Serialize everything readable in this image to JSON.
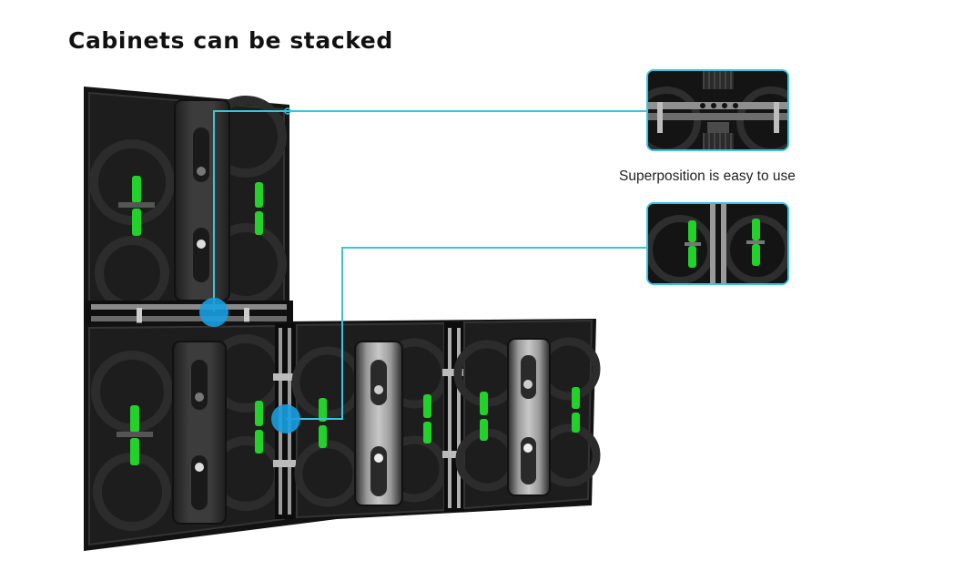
{
  "title": "Cabinets can be stacked",
  "caption": "Superposition is easy to use",
  "colors": {
    "callout_line": "#3cc3de",
    "callout_dot": "#1a9ee0",
    "cabinet_body": "#151515",
    "cabinet_panel": "#3a3a3a",
    "handle_green": "#22d12a",
    "background": "#ffffff"
  },
  "illustration": {
    "subject": "LED display cabinets stacked in L-shape",
    "top_row_cabinets": 1,
    "bottom_row_cabinets": 3,
    "callouts": [
      {
        "name": "vertical-stack-joint",
        "detail": "horizontal lock bar between upper and lower cabinet"
      },
      {
        "name": "side-by-side-joint",
        "detail": "green handles on adjacent cabinet frames"
      }
    ]
  }
}
